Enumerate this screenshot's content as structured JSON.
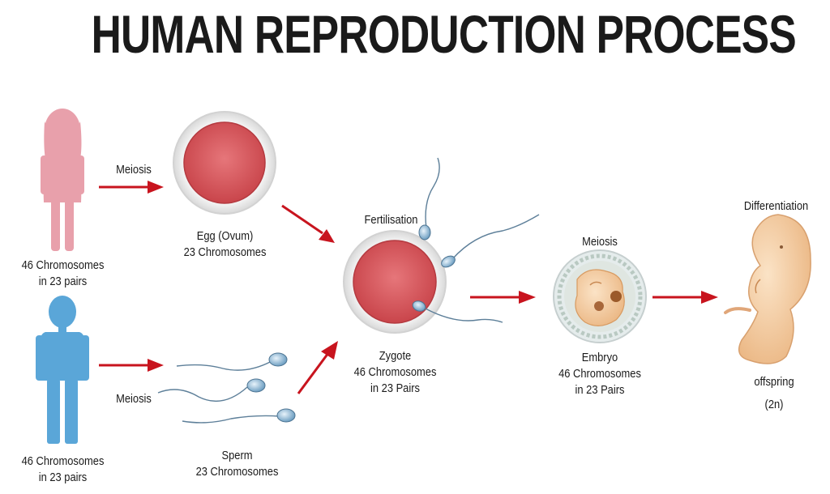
{
  "title": "HUMAN REPRODUCTION PROCESS",
  "labels": {
    "female_chromosomes": [
      "46 Chromosomes",
      "in 23 pairs"
    ],
    "male_chromosomes": [
      "46 Chromosomes",
      "in 23 pairs"
    ],
    "meiosis_female": "Meiosis",
    "meiosis_male": "Meiosis",
    "egg": [
      "Egg (Ovum)",
      "23 Chromosomes"
    ],
    "sperm": [
      "Sperm",
      "23 Chromosomes"
    ],
    "fertilisation": "Fertilisation",
    "zygote": [
      "Zygote",
      "46 Chromosomes",
      "in 23 Pairs"
    ],
    "meiosis_embryo": "Meiosis",
    "embryo": [
      "Embryo",
      "46 Chromosomes",
      "in 23 Pairs"
    ],
    "differentiation": "Differentiation",
    "offspring": [
      "offspring",
      "(2n)"
    ]
  },
  "colors": {
    "female": "#e8a0ab",
    "male": "#5aa6d8",
    "arrow": "#c8141e",
    "cell_fill": "#d9575b",
    "cell_ring": "#e9e9e9",
    "embryo": "#f2c79a"
  }
}
